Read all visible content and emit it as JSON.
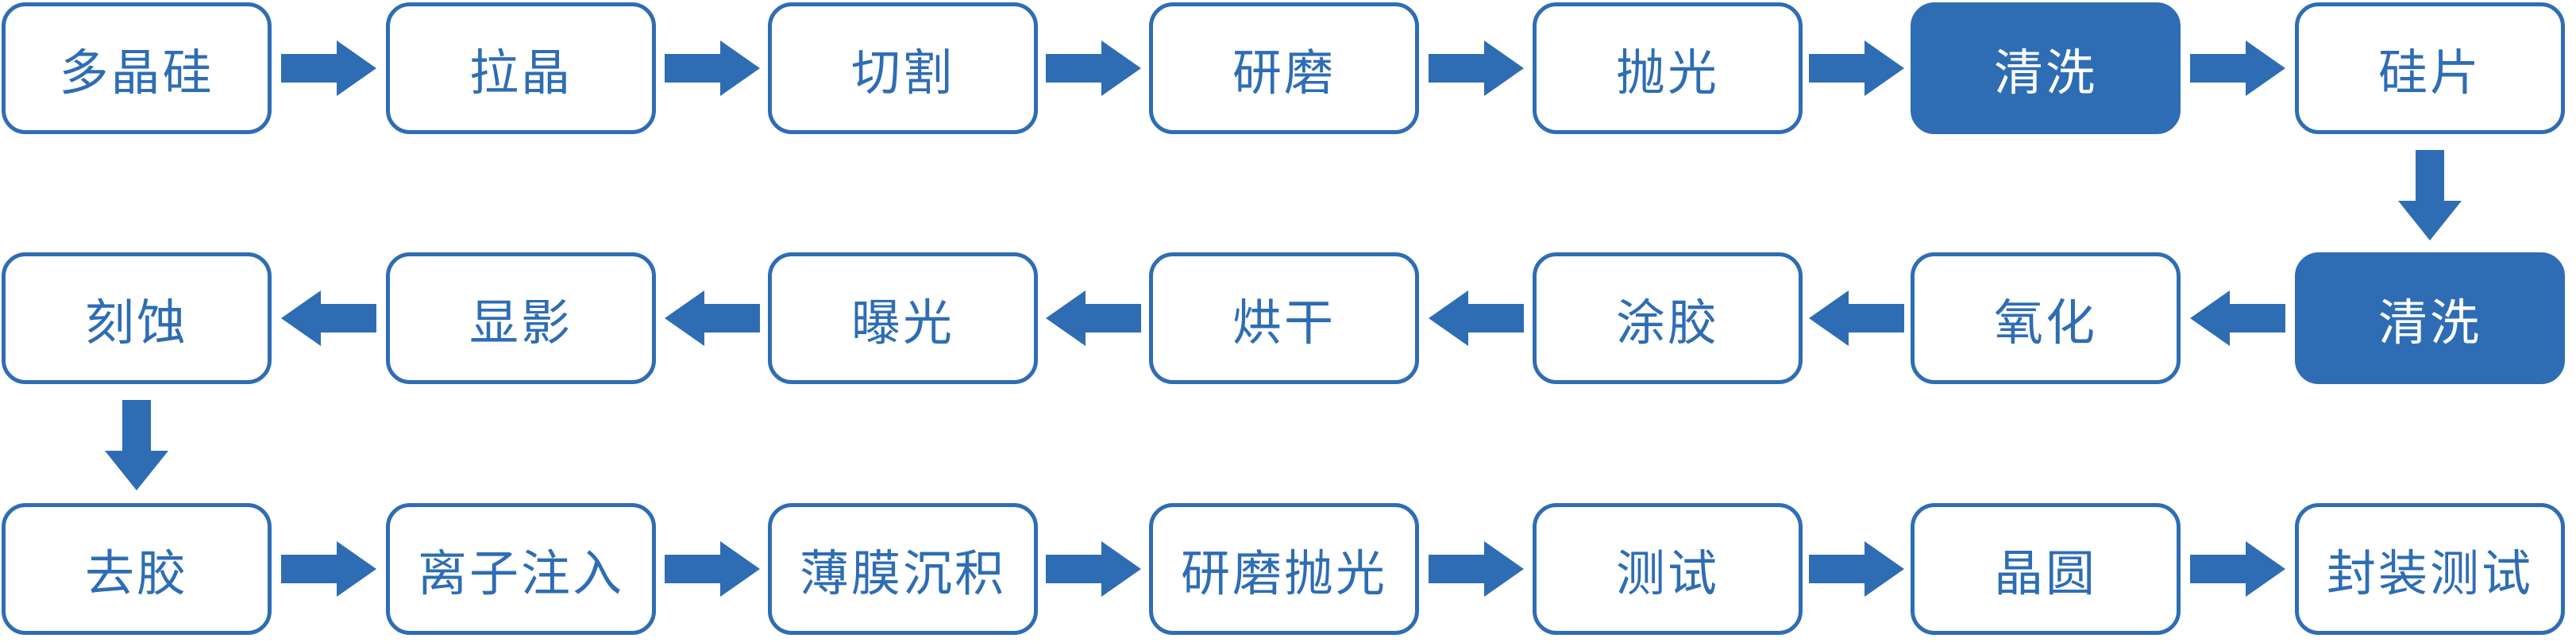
{
  "colors": {
    "primary": "#2e6db4",
    "highlight_text": "#ffffff"
  },
  "rows": [
    {
      "direction": "right",
      "steps": [
        {
          "label": "多晶硅",
          "highlighted": false
        },
        {
          "label": "拉晶",
          "highlighted": false
        },
        {
          "label": "切割",
          "highlighted": false
        },
        {
          "label": "研磨",
          "highlighted": false
        },
        {
          "label": "抛光",
          "highlighted": false
        },
        {
          "label": "清洗",
          "highlighted": true
        },
        {
          "label": "硅片",
          "highlighted": false
        }
      ]
    },
    {
      "direction": "left",
      "steps": [
        {
          "label": "清洗",
          "highlighted": true
        },
        {
          "label": "氧化",
          "highlighted": false
        },
        {
          "label": "涂胶",
          "highlighted": false
        },
        {
          "label": "烘干",
          "highlighted": false
        },
        {
          "label": "曝光",
          "highlighted": false
        },
        {
          "label": "显影",
          "highlighted": false
        },
        {
          "label": "刻蚀",
          "highlighted": false
        }
      ]
    },
    {
      "direction": "right",
      "steps": [
        {
          "label": "去胶",
          "highlighted": false
        },
        {
          "label": "离子注入",
          "highlighted": false
        },
        {
          "label": "薄膜沉积",
          "highlighted": false
        },
        {
          "label": "研磨抛光",
          "highlighted": false
        },
        {
          "label": "测试",
          "highlighted": false
        },
        {
          "label": "晶圆",
          "highlighted": false
        },
        {
          "label": "封装测试",
          "highlighted": false
        }
      ]
    }
  ]
}
